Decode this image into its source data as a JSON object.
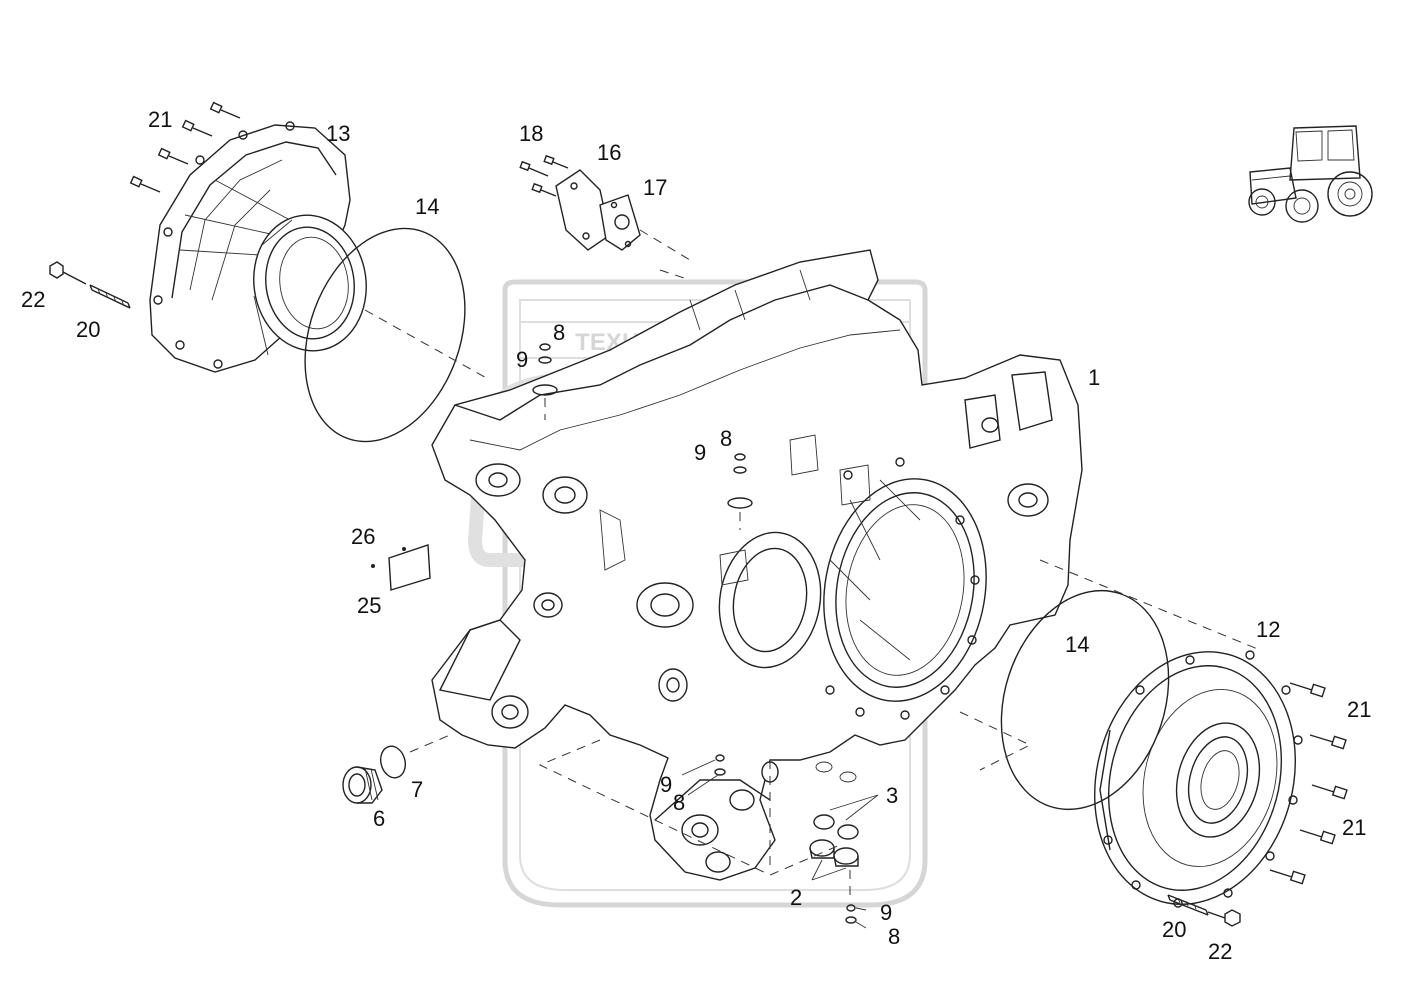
{
  "diagram": {
    "callouts": [
      {
        "id": "c1",
        "text": "1"
      },
      {
        "id": "c2",
        "text": "2"
      },
      {
        "id": "c3",
        "text": "3"
      },
      {
        "id": "c6",
        "text": "6"
      },
      {
        "id": "c7",
        "text": "7"
      },
      {
        "id": "c8a",
        "text": "8"
      },
      {
        "id": "c8b",
        "text": "8"
      },
      {
        "id": "c8c",
        "text": "8"
      },
      {
        "id": "c8d",
        "text": "8"
      },
      {
        "id": "c9a",
        "text": "9"
      },
      {
        "id": "c9b",
        "text": "9"
      },
      {
        "id": "c9c",
        "text": "9"
      },
      {
        "id": "c9d",
        "text": "9"
      },
      {
        "id": "c12",
        "text": "12"
      },
      {
        "id": "c13",
        "text": "13"
      },
      {
        "id": "c14a",
        "text": "14"
      },
      {
        "id": "c14b",
        "text": "14"
      },
      {
        "id": "c16",
        "text": "16"
      },
      {
        "id": "c17",
        "text": "17"
      },
      {
        "id": "c18",
        "text": "18"
      },
      {
        "id": "c20a",
        "text": "20"
      },
      {
        "id": "c20b",
        "text": "20"
      },
      {
        "id": "c21a",
        "text": "21"
      },
      {
        "id": "c21b",
        "text": "21"
      },
      {
        "id": "c21c",
        "text": "21"
      },
      {
        "id": "c22a",
        "text": "22"
      },
      {
        "id": "c22b",
        "text": "22"
      },
      {
        "id": "c25",
        "text": "25"
      },
      {
        "id": "c26",
        "text": "26"
      }
    ]
  },
  "watermark": {
    "text": "ТЕХНИКА ⚙ ЗАПЧАСТИ",
    "color": "#b5b5b5"
  },
  "colors": {
    "ink": "#222222",
    "background": "#ffffff"
  }
}
